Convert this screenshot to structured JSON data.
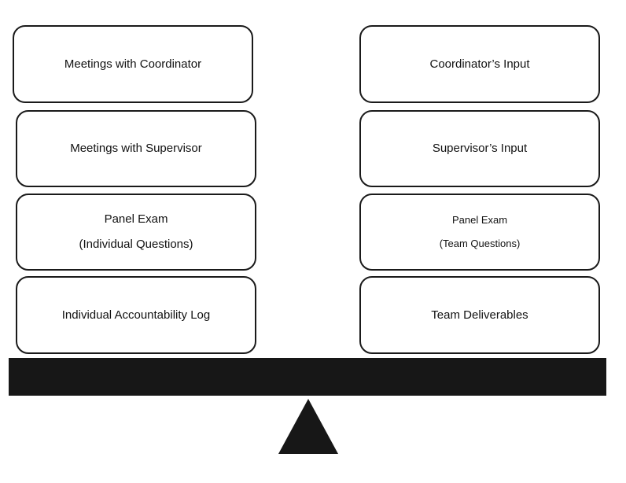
{
  "left_stack": {
    "box1": {
      "line1": "Meetings with Coordinator"
    },
    "box2": {
      "line1": "Meetings with Supervisor"
    },
    "box3": {
      "line1": "Panel Exam",
      "line2": "(Individual Questions)"
    },
    "box4": {
      "line1": "Individual Accountability Log"
    }
  },
  "right_stack": {
    "box1": {
      "line1": "Coordinator’s Input"
    },
    "box2": {
      "line1": "Supervisor’s Input"
    },
    "box3": {
      "line1": "Panel Exam",
      "line2": "(Team Questions)"
    },
    "box4": {
      "line1": "Team Deliverables"
    }
  },
  "colors": {
    "beam": "#171717",
    "fulcrum": "#171717",
    "box_border": "#1a1a1a"
  }
}
